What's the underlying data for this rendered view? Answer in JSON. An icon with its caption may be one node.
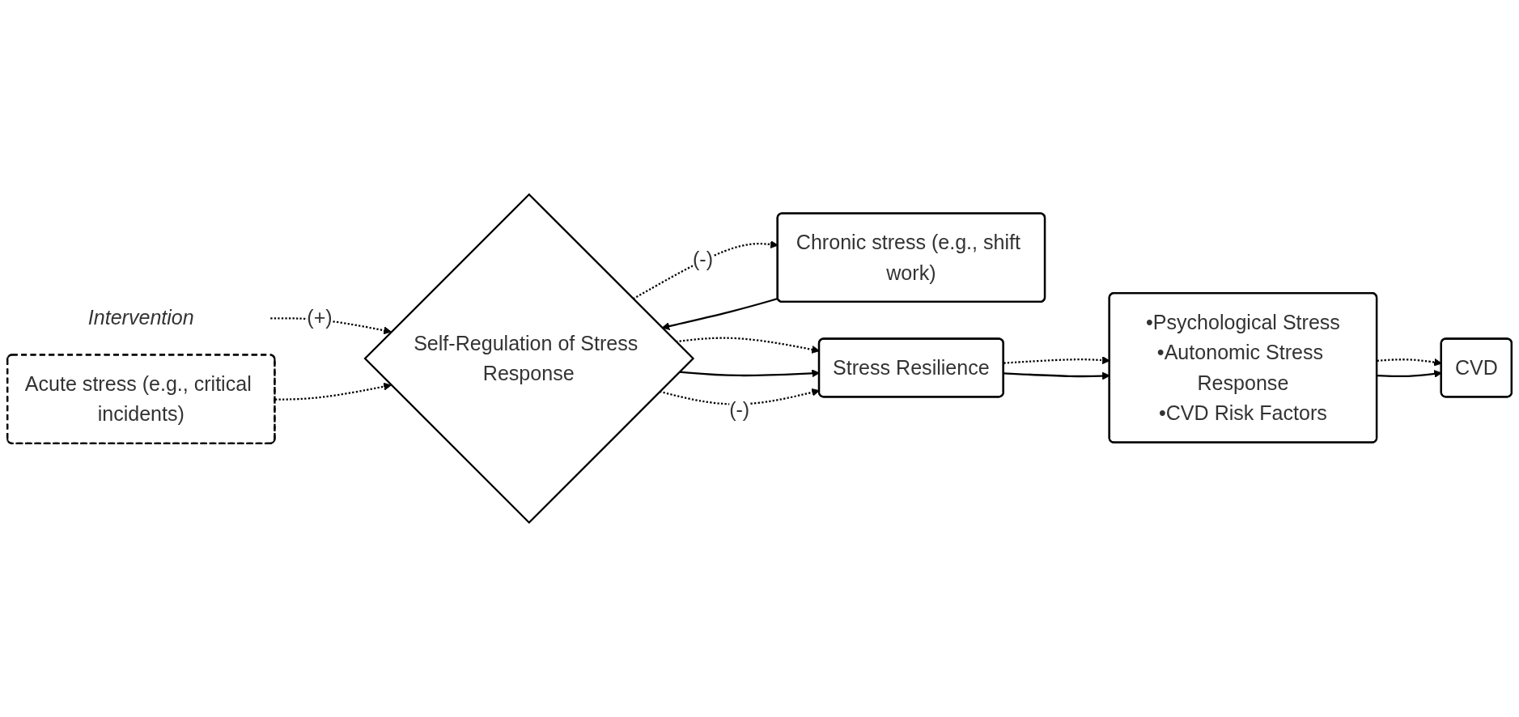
{
  "diagram": {
    "nodes": [
      {
        "text": [
          "Intervention"
        ]
      },
      {
        "text": [
          "Acute stress (e.g., critical incidents)"
        ]
      },
      {
        "text": [
          "Chronic stress (e.g., shift work)"
        ]
      },
      {
        "text": [
          "Self-Regulation of Stress Response"
        ]
      },
      {
        "text": [
          "Stress Resilience"
        ]
      },
      {
        "text": [
          "•Psychological Stress",
          "•Autonomic Stress Response",
          "•CVD Risk Factors"
        ]
      },
      {
        "text": [
          "CVD"
        ]
      }
    ],
    "edges": [
      {
        "from": 0,
        "to": 3,
        "arrow": "to",
        "label": "(+)",
        "style": "dashed"
      },
      {
        "from": 1,
        "to": 3,
        "arrow": "to",
        "style": "dashed"
      },
      {
        "from": 2,
        "to": 3,
        "arrow": "to"
      },
      {
        "from": 3,
        "to": 4,
        "arrow": "to",
        "style": "dashed"
      },
      {
        "from": 3,
        "to": 4,
        "arrow": "to"
      },
      {
        "from": 4,
        "to": 5,
        "arrow": "to",
        "style": "dashed"
      },
      {
        "from": 4,
        "to": 5,
        "arrow": "to"
      },
      {
        "from": 5,
        "to": 6,
        "arrow": "to",
        "style": "dashed"
      },
      {
        "from": 5,
        "to": 6,
        "arrow": "to"
      },
      {
        "from": 3,
        "to": 2,
        "arrow": "to",
        "label": "(-)",
        "style": "dashed"
      },
      {
        "from": 3,
        "to": 4,
        "arrow": "to",
        "label": "(-)",
        "style": "dashed"
      }
    ]
  }
}
